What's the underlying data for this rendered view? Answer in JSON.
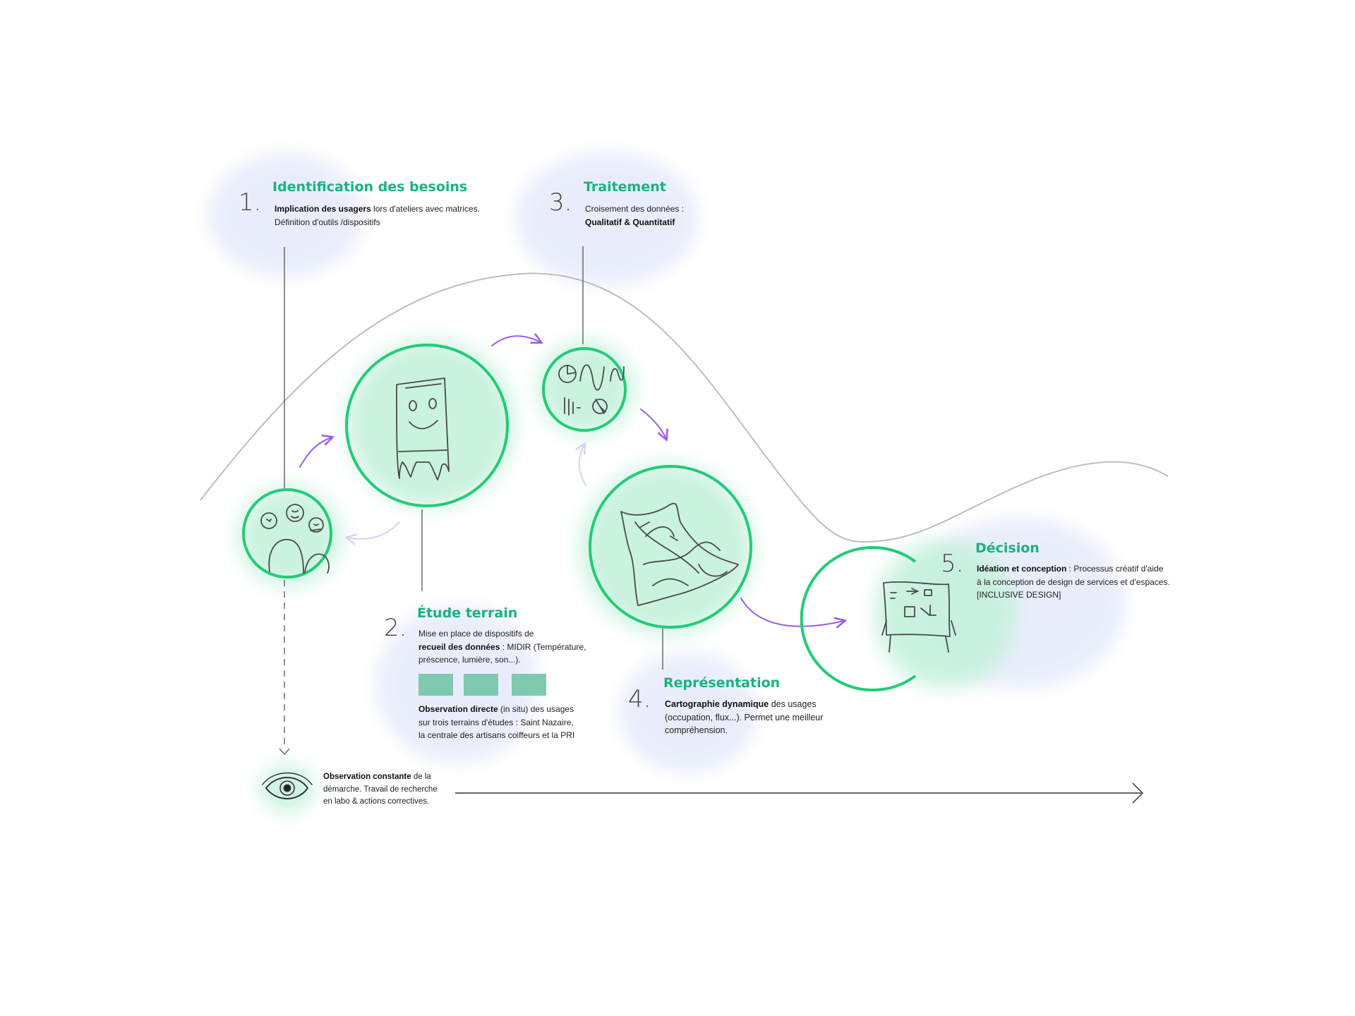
{
  "colors": {
    "accent_green": "#22cc77",
    "title_green": "#1ab37f",
    "arrow_purple": "#9a5cf0",
    "arrow_faint": "#cfd6f6",
    "curve_grey": "#bdbdbd",
    "swatch": "#7fc9b0"
  },
  "icons": [
    "people-sketch-icon",
    "smiling-card-sketch-icon",
    "charts-sketch-icon",
    "map-sketch-icon",
    "board-sketch-icon",
    "eye-icon"
  ],
  "steps": [
    {
      "number": "1.",
      "title": "Identification des besoins",
      "lines": [
        {
          "bold": "Implication des usagers",
          "text": " lors d'ateliers avec matrices."
        },
        {
          "bold": "",
          "text": "Définition d'outils /dispositifs"
        }
      ]
    },
    {
      "number": "2.",
      "title": "Étude terrain",
      "lines": [
        {
          "bold": "",
          "text": "Mise en place de dispositifs de"
        },
        {
          "bold": "recueil des données",
          "text": " : MIDIR (Température,"
        },
        {
          "bold": "",
          "text": "préscence, lumière, son...)."
        }
      ],
      "lines2": [
        {
          "bold": "Observation directe",
          "text": " (in situ) des usages"
        },
        {
          "bold": "",
          "text": "sur trois terrains d'études : Saint Nazaire,"
        },
        {
          "bold": "",
          "text": "la centrale des artisans coiffeurs et la PRI"
        }
      ]
    },
    {
      "number": "3.",
      "title": "Traitement",
      "lines": [
        {
          "bold": "",
          "text": "Croisement des données :"
        },
        {
          "bold": "Qualitatif & Quantitatif",
          "text": ""
        }
      ]
    },
    {
      "number": "4.",
      "title": "Représentation",
      "lines": [
        {
          "bold": "Cartographie dynamique",
          "text": " des usages"
        },
        {
          "bold": "",
          "text": "(occupation, flux...). Permet une meilleur"
        },
        {
          "bold": "",
          "text": "compréhension."
        }
      ]
    },
    {
      "number": "5.",
      "title": "Décision",
      "lines": [
        {
          "bold": "Idéation et conception",
          "text": " : Processus créatif d'aide"
        },
        {
          "bold": "",
          "text": "à la conception de design de services et d'espaces."
        },
        {
          "bold": "",
          "text": "[INCLUSIVE DESIGN]"
        }
      ]
    }
  ],
  "observation": {
    "lines": [
      {
        "bold": "Observation constante",
        "text": " de la"
      },
      {
        "bold": "",
        "text": "démarche. Travail de recherche"
      },
      {
        "bold": "",
        "text": "en labo & actions correctives."
      }
    ]
  }
}
